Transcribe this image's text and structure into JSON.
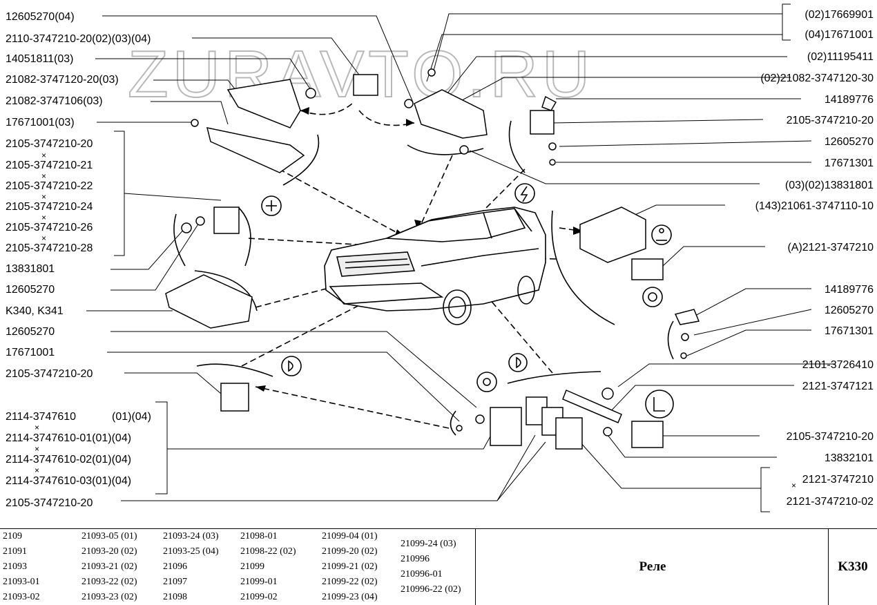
{
  "watermark": "ZURAVTO.RU",
  "left_labels": [
    "12605270(04)",
    "2110-3747210-20(02)(03)(04)",
    "14051811(03)",
    "21082-3747120-20(03)",
    "21082-3747106(03)",
    "17671001(03)",
    "2105-3747210-20",
    "2105-3747210-21",
    "2105-3747210-22",
    "2105-3747210-24",
    "2105-3747210-26",
    "2105-3747210-28",
    "13831801",
    "12605270",
    "K340, K341",
    "12605270",
    "17671001",
    "2105-3747210-20",
    "2114-3747610",
    "2114-3747610-01(01)(04)",
    "2114-3747610-02(01)(04)",
    "2114-3747610-03(01)(04)",
    "2105-3747210-20"
  ],
  "left_suffix_2114": "(01)(04)",
  "right_labels": [
    "(02)17669901",
    "(04)17671001",
    "(02)11195411",
    "(02)21082-3747120-30",
    "14189776",
    "2105-3747210-20",
    "12605270",
    "17671301",
    "(03)(02)13831801",
    "(143)21061-3747110-10",
    "(A)2121-3747210",
    "14189776",
    "12605270",
    "17671301",
    "2101-3726410",
    "2121-3747121",
    "2105-3747210-20",
    "13832101",
    "2121-3747210",
    "2121-3747210-02"
  ],
  "models": [
    [
      "2109",
      "21091",
      "21093",
      "21093-01",
      "21093-02"
    ],
    [
      "21093-05 (01)",
      "21093-20 (02)",
      "21093-21 (02)",
      "21093-22 (02)",
      "21093-23 (02)"
    ],
    [
      "21093-24 (03)",
      "21093-25 (04)",
      "21096",
      "21097",
      "21098"
    ],
    [
      "21098-01",
      "21098-22 (02)",
      "21099",
      "21099-01",
      "21099-02"
    ],
    [
      "21099-04 (01)",
      "21099-20 (02)",
      "21099-21 (02)",
      "21099-22 (02)",
      "21099-23 (04)"
    ],
    [
      "21099-24 (03)",
      "210996",
      "210996-01",
      "210996-22 (02)"
    ]
  ],
  "section_title": "Реле",
  "section_code": "K330"
}
